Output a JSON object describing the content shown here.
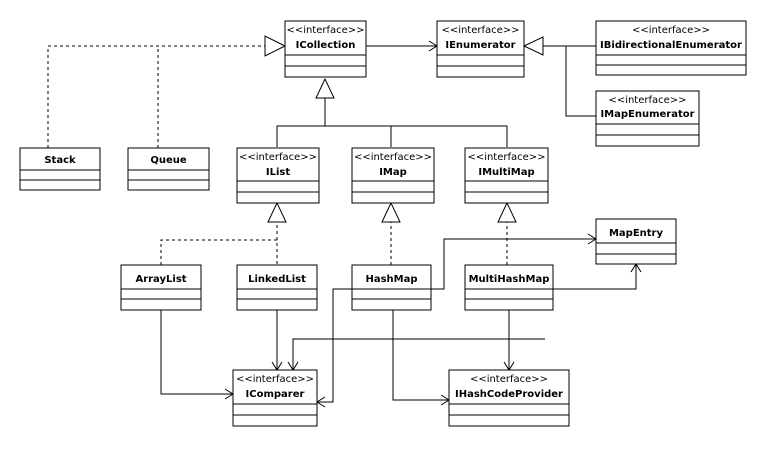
{
  "diagram": {
    "type": "uml-class-diagram",
    "stereotype_label": "<<interface>>",
    "classes": [
      {
        "id": "ICollection",
        "name": "ICollection",
        "interface": true
      },
      {
        "id": "IEnumerator",
        "name": "IEnumerator",
        "interface": true
      },
      {
        "id": "IBidirectionalEnumerator",
        "name": "IBidirectionalEnumerator",
        "interface": true
      },
      {
        "id": "IMapEnumerator",
        "name": "IMapEnumerator",
        "interface": true
      },
      {
        "id": "Stack",
        "name": "Stack",
        "interface": false
      },
      {
        "id": "Queue",
        "name": "Queue",
        "interface": false
      },
      {
        "id": "IList",
        "name": "IList",
        "interface": true
      },
      {
        "id": "IMap",
        "name": "IMap",
        "interface": true
      },
      {
        "id": "IMultiMap",
        "name": "IMultiMap",
        "interface": true
      },
      {
        "id": "MapEntry",
        "name": "MapEntry",
        "interface": false
      },
      {
        "id": "ArrayList",
        "name": "ArrayList",
        "interface": false
      },
      {
        "id": "LinkedList",
        "name": "LinkedList",
        "interface": false
      },
      {
        "id": "HashMap",
        "name": "HashMap",
        "interface": false
      },
      {
        "id": "MultiHashMap",
        "name": "MultiHashMap",
        "interface": false
      },
      {
        "id": "IComparer",
        "name": "IComparer",
        "interface": true
      },
      {
        "id": "IHashCodeProvider",
        "name": "IHashCodeProvider",
        "interface": true
      }
    ],
    "relations": [
      {
        "from": "Stack",
        "to": "ICollection",
        "kind": "realization"
      },
      {
        "from": "Queue",
        "to": "ICollection",
        "kind": "realization"
      },
      {
        "from": "IList",
        "to": "ICollection",
        "kind": "generalization"
      },
      {
        "from": "IMap",
        "to": "ICollection",
        "kind": "generalization"
      },
      {
        "from": "IMultiMap",
        "to": "ICollection",
        "kind": "generalization"
      },
      {
        "from": "ICollection",
        "to": "IEnumerator",
        "kind": "association"
      },
      {
        "from": "IBidirectionalEnumerator",
        "to": "IEnumerator",
        "kind": "generalization"
      },
      {
        "from": "IMapEnumerator",
        "to": "IEnumerator",
        "kind": "generalization"
      },
      {
        "from": "ArrayList",
        "to": "IList",
        "kind": "realization"
      },
      {
        "from": "LinkedList",
        "to": "IList",
        "kind": "realization"
      },
      {
        "from": "HashMap",
        "to": "IMap",
        "kind": "realization"
      },
      {
        "from": "MultiHashMap",
        "to": "IMultiMap",
        "kind": "realization"
      },
      {
        "from": "HashMap",
        "to": "MapEntry",
        "kind": "association"
      },
      {
        "from": "MultiHashMap",
        "to": "MapEntry",
        "kind": "association"
      },
      {
        "from": "ArrayList",
        "to": "IComparer",
        "kind": "association"
      },
      {
        "from": "LinkedList",
        "to": "IComparer",
        "kind": "association"
      },
      {
        "from": "HashMap",
        "to": "IComparer",
        "kind": "association"
      },
      {
        "from": "MultiHashMap",
        "to": "IComparer",
        "kind": "association"
      },
      {
        "from": "HashMap",
        "to": "IHashCodeProvider",
        "kind": "association"
      },
      {
        "from": "MultiHashMap",
        "to": "IHashCodeProvider",
        "kind": "association"
      }
    ]
  }
}
